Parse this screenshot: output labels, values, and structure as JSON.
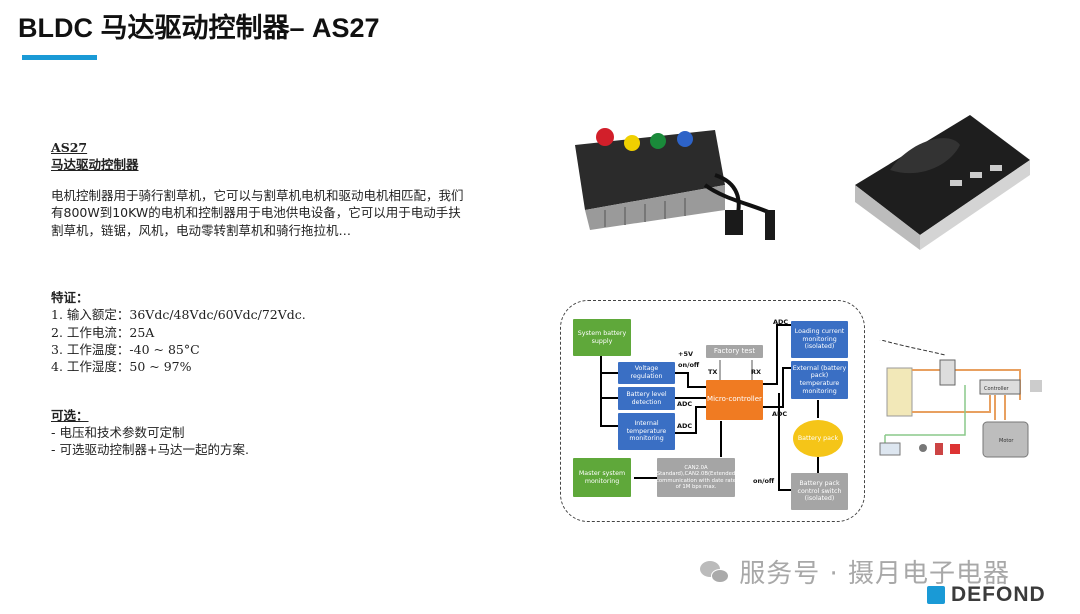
{
  "title": "BLDC 马达驱动控制器– AS27",
  "product": {
    "model": "AS27",
    "name": "马达驱动控制器",
    "description": "电机控制器用于骑行割草机，它可以与割草机电机和驱动电机相匹配，我们有800W到10KW的电机和控制器用于电池供电设备，它可以用于电动手扶割草机，链锯，风机，电动零转割草机和骑行拖拉机…",
    "features_title": "特证：",
    "features": [
      "1. 输入额定：36Vdc/48Vdc/60Vdc/72Vdc.",
      "2. 工作电流：25A",
      "3. 工作温度：-40 ~ 85°C",
      "4. 工作湿度：50 ~ 97%"
    ],
    "options_title": "可选：",
    "options": [
      "-  电压和技术参数可定制",
      "-  可选驱动控制器+马达一起的方案."
    ]
  },
  "diagram": {
    "system_battery": "System battery supply",
    "voltage_reg": "Voltage regulation",
    "battery_level": "Battery level detection",
    "internal_temp": "Internal temperature monitoring",
    "factory_test": "Factory test",
    "mcu": "Micro-controller",
    "loading_current": "Loading current monitoring (isolated)",
    "external_temp": "External (battery pack) temperature monitoring",
    "battery_pack": "Battery pack",
    "master": "Master system monitoring",
    "can": "CAN2.0A (Standard),CAN2.0B(Extended) communication with date rate of 1M bps max.",
    "pack_switch": "Battery pack control switch (isolated)",
    "l_5v": "+5V",
    "l_onoff": "on/off",
    "l_tx": "TX",
    "l_rx": "RX",
    "l_adc": "ADC",
    "l_onoff2": "on/off"
  },
  "wiring": {
    "controller": "Controller",
    "motor": "Motor"
  },
  "watermark": "服务号 · 摄月电子电器",
  "logo": "DEFOND",
  "colors": {
    "accent": "#1a9ad6",
    "green": "#5fa83a",
    "blue": "#3a6fc4",
    "orange": "#f07b22",
    "gray": "#a5a5a5",
    "yellow": "#f5c518"
  }
}
